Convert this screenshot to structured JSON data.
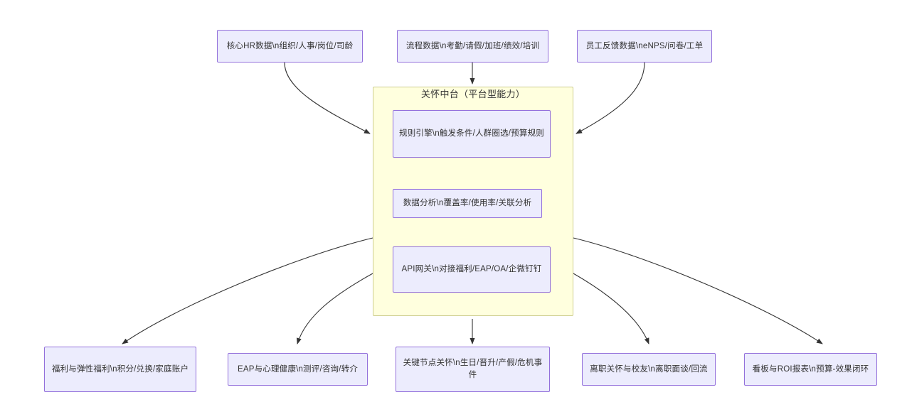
{
  "diagram": {
    "type": "flowchart",
    "direction": "top-down",
    "colors": {
      "node_fill": "#ececfd",
      "node_border": "#9370db",
      "cluster_fill": "#ffffde",
      "cluster_border": "#cdcd8f",
      "edge_stroke": "#333333",
      "text": "#333333",
      "background": "#ffffff"
    },
    "sources": [
      {
        "id": "src-core-hr",
        "label": "核心HR数据\\n组织/人事/岗位/司龄"
      },
      {
        "id": "src-process",
        "label": "流程数据\\n考勤/请假/加班/绩效/培训"
      },
      {
        "id": "src-feedback",
        "label": "员工反馈数据\\neNPS/问卷/工单"
      }
    ],
    "cluster": {
      "id": "care-platform",
      "title": "关怀中台（平台型能力）",
      "capabilities": [
        {
          "id": "cap-rule-engine",
          "label": "规则引擎\\n触发条件/人群圈选/预算规则"
        },
        {
          "id": "cap-data-analysis",
          "label": "数据分析\\n覆盖率/使用率/关联分析"
        },
        {
          "id": "cap-api-gateway",
          "label": "API网关\\n对接福利/EAP/OA/企微钉钉"
        }
      ]
    },
    "outputs": [
      {
        "id": "out-benefits",
        "label": "福利与弹性福利\\n积分/兑换/家庭账户"
      },
      {
        "id": "out-eap",
        "label": "EAP与心理健康\\n测评/咨询/转介"
      },
      {
        "id": "out-key-moments",
        "label": "关键节点关怀\\n生日/晋升/产假/危机事件"
      },
      {
        "id": "out-offboarding",
        "label": "离职关怀与校友\\n离职面谈/回流"
      },
      {
        "id": "out-dashboard",
        "label": "看板与ROI报表\\n预算-效果闭环"
      }
    ]
  }
}
